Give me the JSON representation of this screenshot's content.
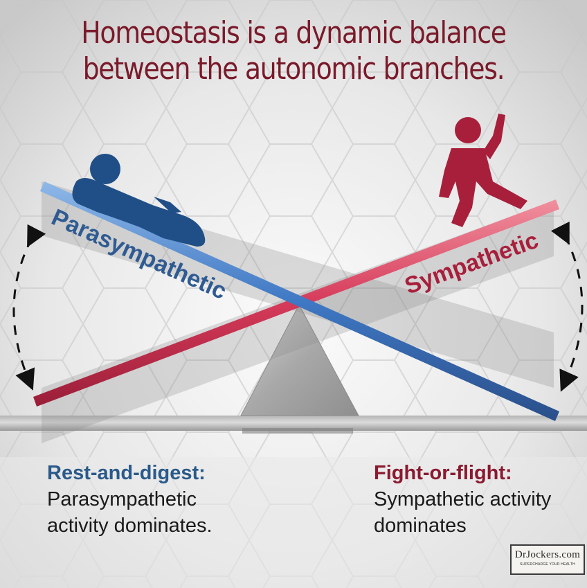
{
  "title": {
    "line1": "Homeostasis is a dynamic balance",
    "line2": "between the autonomic branches.",
    "color": "#7a1a2a"
  },
  "seesaw": {
    "left_beam_label": "Parasympathetic",
    "right_beam_label": "Sympathetic",
    "parasympathetic_color": "#2f5b92",
    "sympathetic_color": "#a81f3c",
    "left_figure": "reclining-person-icon",
    "right_figure": "running-person-icon"
  },
  "captions": {
    "left": {
      "heading": "Rest-and-digest:",
      "line1": "Parasympathetic",
      "line2": "activity dominates.",
      "heading_color": "#2a5a8a"
    },
    "right": {
      "heading": "Fight-or-flight:",
      "line1": "Sympathetic activity",
      "line2": "dominates",
      "heading_color": "#8a1a30"
    }
  },
  "logo": {
    "name": "DrJockers.com",
    "tagline": "SUPERCHARGE YOUR HEALTH"
  }
}
